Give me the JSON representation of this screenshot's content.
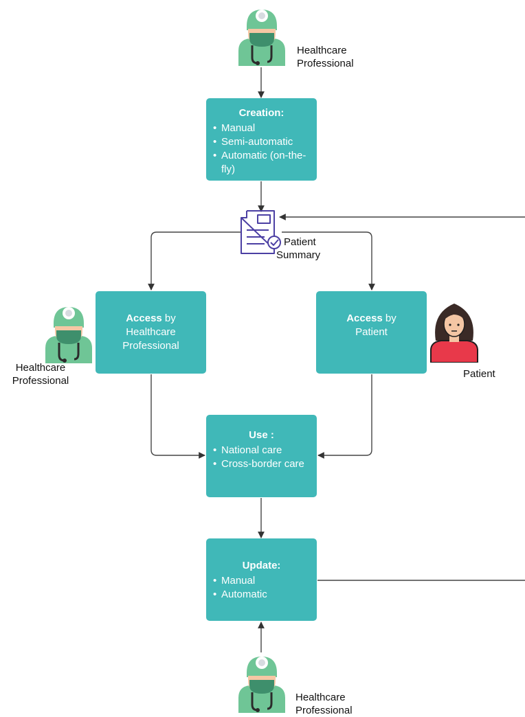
{
  "people": {
    "hp_top": "Healthcare Professional",
    "hp_left_line1": "Healthcare",
    "hp_left_line2": "Professional",
    "patient": "Patient",
    "hp_bottom": "Healthcare Professional"
  },
  "creation": {
    "title": "Creation:",
    "items": [
      "Manual",
      "Semi-automatic",
      "Automatic (on-the-fly)"
    ]
  },
  "summary": {
    "line1": "Patient",
    "line2": "Summary"
  },
  "access_hp": {
    "bold": "Access",
    "rest": " by",
    "line2": "Healthcare",
    "line3": "Professional"
  },
  "access_patient": {
    "bold": "Access",
    "rest": " by",
    "line2": "Patient"
  },
  "use": {
    "title": "Use :",
    "items": [
      "National care",
      "Cross-border care"
    ]
  },
  "update": {
    "title": "Update:",
    "items": [
      "Manual",
      "Automatic"
    ]
  },
  "icons": {
    "doctor": "doctor-icon",
    "patient": "patient-icon",
    "document": "document-check-icon"
  },
  "colors": {
    "box": "#40b8b8",
    "scrub": "#6fc596",
    "arrow": "#333333",
    "document": "#4b3fa3",
    "patient_shirt": "#e8394a"
  }
}
